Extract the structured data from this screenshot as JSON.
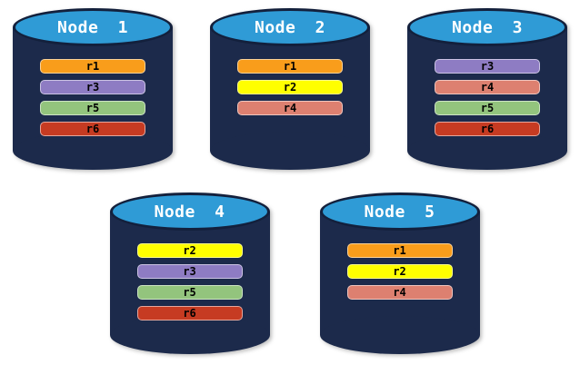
{
  "diagram": {
    "description": "Five database nodes with replicated partitions",
    "background_color": "#FFFFFF",
    "cylinder_style": {
      "body_color": "#1C2A4B",
      "top_cap_color": "#2F9BD6",
      "outline_color": "#13203C",
      "title_text_color": "#FFFFFF",
      "replica_label_color": "#000000"
    },
    "replica_colors": {
      "r1": "#F99D1B",
      "r2": "#FFFF00",
      "r3": "#8E7CC3",
      "r4": "#DD8070",
      "r5": "#93C47D",
      "r6": "#C63B22"
    },
    "nodes": [
      {
        "title": "Node 1",
        "replicas": [
          "r1",
          "r3",
          "r5",
          "r6"
        ]
      },
      {
        "title": "Node 2",
        "replicas": [
          "r1",
          "r2",
          "r4"
        ]
      },
      {
        "title": "Node 3",
        "replicas": [
          "r3",
          "r4",
          "r5",
          "r6"
        ]
      },
      {
        "title": "Node 4",
        "replicas": [
          "r2",
          "r3",
          "r5",
          "r6"
        ]
      },
      {
        "title": "Node 5",
        "replicas": [
          "r1",
          "r2",
          "r4"
        ]
      }
    ]
  }
}
